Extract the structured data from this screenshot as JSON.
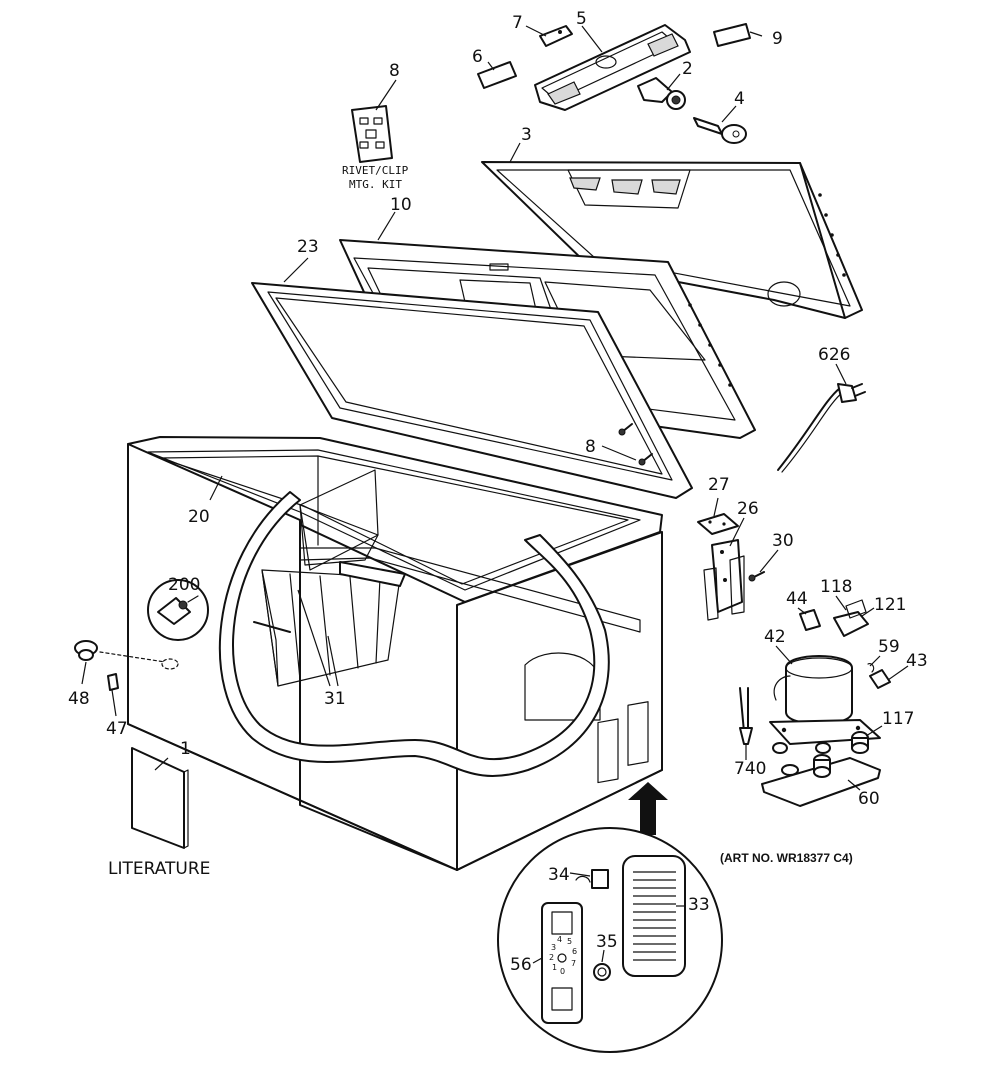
{
  "callouts": [
    {
      "id": "c1",
      "text": "1"
    },
    {
      "id": "c2",
      "text": "2"
    },
    {
      "id": "c3",
      "text": "3"
    },
    {
      "id": "c4",
      "text": "4"
    },
    {
      "id": "c5",
      "text": "5"
    },
    {
      "id": "c6",
      "text": "6"
    },
    {
      "id": "c7",
      "text": "7"
    },
    {
      "id": "c8a",
      "text": "8"
    },
    {
      "id": "c8b",
      "text": "8"
    },
    {
      "id": "c9",
      "text": "9"
    },
    {
      "id": "c10",
      "text": "10"
    },
    {
      "id": "c20",
      "text": "20"
    },
    {
      "id": "c23",
      "text": "23"
    },
    {
      "id": "c26",
      "text": "26"
    },
    {
      "id": "c27",
      "text": "27"
    },
    {
      "id": "c30",
      "text": "30"
    },
    {
      "id": "c31",
      "text": "31"
    },
    {
      "id": "c33",
      "text": "33"
    },
    {
      "id": "c34",
      "text": "34"
    },
    {
      "id": "c35",
      "text": "35"
    },
    {
      "id": "c42",
      "text": "42"
    },
    {
      "id": "c43",
      "text": "43"
    },
    {
      "id": "c44",
      "text": "44"
    },
    {
      "id": "c47",
      "text": "47"
    },
    {
      "id": "c48",
      "text": "48"
    },
    {
      "id": "c56",
      "text": "56"
    },
    {
      "id": "c59",
      "text": "59"
    },
    {
      "id": "c60",
      "text": "60"
    },
    {
      "id": "c117",
      "text": "117"
    },
    {
      "id": "c118",
      "text": "118"
    },
    {
      "id": "c121",
      "text": "121"
    },
    {
      "id": "c200",
      "text": "200"
    },
    {
      "id": "c626",
      "text": "626"
    },
    {
      "id": "c740",
      "text": "740"
    }
  ],
  "kit_label": {
    "line1": "RIVET/CLIP",
    "line2": "MTG. KIT"
  },
  "literature_label": "LITERATURE",
  "art_number": "(ART NO. WR18377 C4)",
  "dial": {
    "numbers": [
      "1",
      "2",
      "3",
      "4",
      "5",
      "6",
      "7",
      "0"
    ]
  }
}
